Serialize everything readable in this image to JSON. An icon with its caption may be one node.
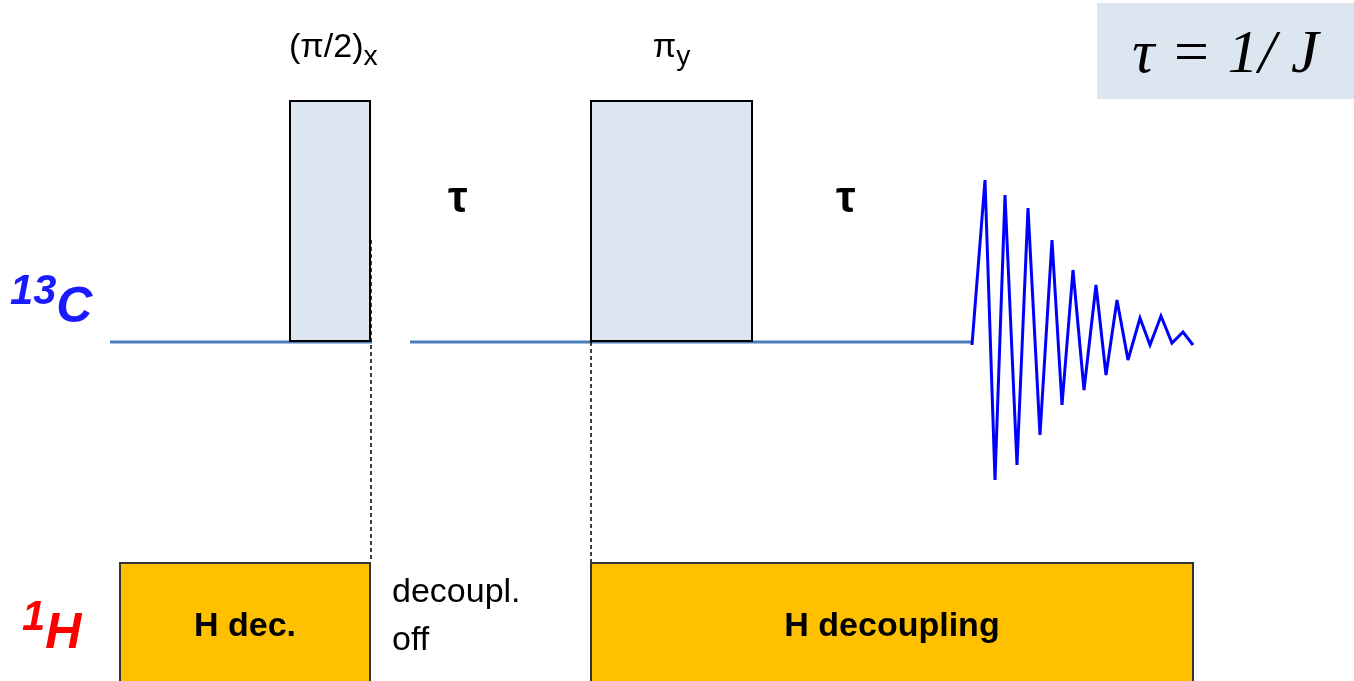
{
  "diagram": {
    "nodes": [
      {
        "text": [
          "(π/2)$_{x}$"
        ]
      },
      {
        "text": [
          "π$_{y}$"
        ]
      },
      {
        "text": [
          "H dec."
        ]
      },
      {
        "text": [
          "H decoupling"
        ]
      },
      {
        "text": [
          "τ = 1/ J"
        ]
      }
    ],
    "edges": [
      {
        "from": 0,
        "to": 2,
        "arrow": "none",
        "style": "dashed"
      },
      {
        "from": 1,
        "to": 3,
        "arrow": "none",
        "style": "dashed"
      }
    ],
    "labels": [
      "$^{13}$C",
      "τ",
      "τ",
      "$^{1}$H",
      "decoupl. off"
    ]
  }
}
